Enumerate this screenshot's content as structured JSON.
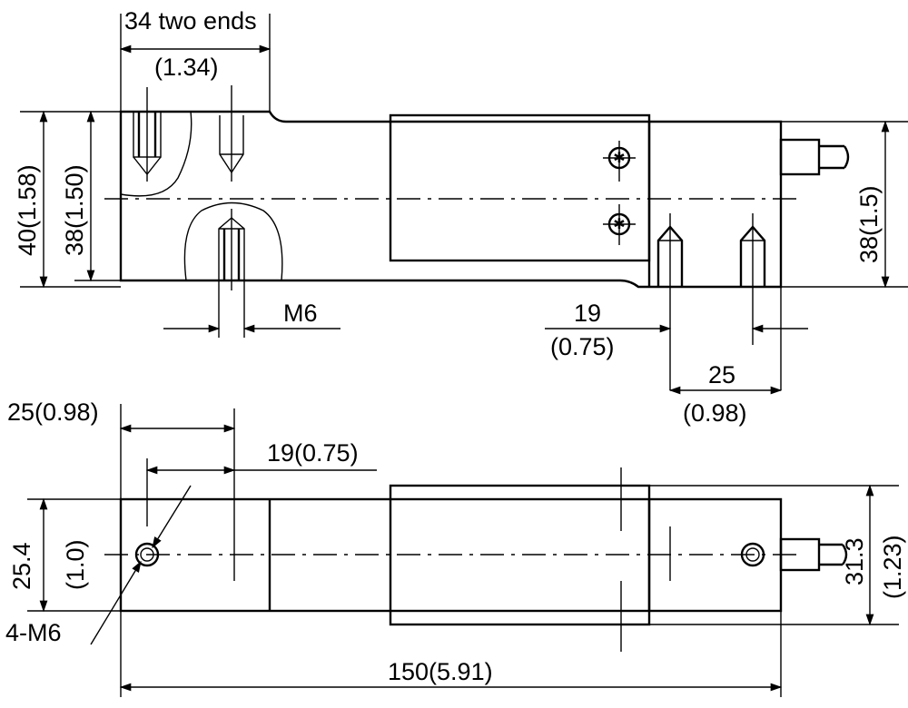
{
  "drawing": {
    "side_view": {
      "dim_top": {
        "line1": "34  two ends",
        "line2": "(1.34)"
      },
      "dim_height_40": "40(1.58)",
      "dim_height_38": "38(1.50)",
      "dim_height_right": "38(1.5)",
      "dim_thread": "M6",
      "dim_19": {
        "line1": "19",
        "line2": "(0.75)"
      },
      "dim_25": {
        "line1": "25",
        "line2": "(0.98)"
      }
    },
    "top_view": {
      "dim_25_098": "25(0.98)",
      "dim_19_075": "19(0.75)",
      "dim_width": {
        "line1": "25.4",
        "line2": "(1.0)"
      },
      "dim_right": {
        "line1": "31.3",
        "line2": "(1.23)"
      },
      "dim_holes": "4-M6",
      "dim_length": "150(5.91)"
    }
  }
}
